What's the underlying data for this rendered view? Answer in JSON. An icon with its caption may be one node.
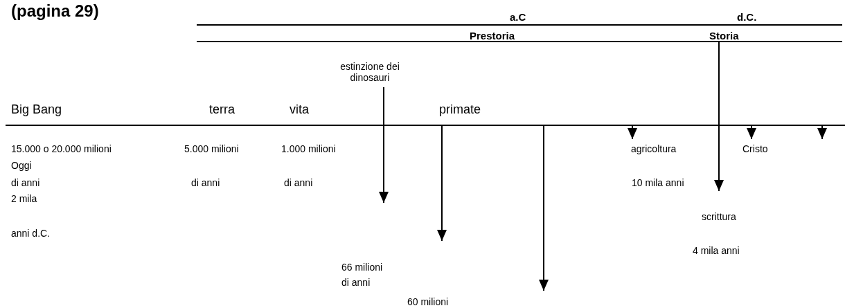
{
  "diagram": {
    "title": "(pagina 29)",
    "labels": [
      "a.C",
      "d.C.",
      "Prestoria",
      "Storia",
      "estinzione dei dinosauri",
      "Big Bang",
      "terra",
      "vita",
      "primate",
      "15.000 o 20.000 milioni",
      "5.000 milioni",
      "1.000 milioni",
      "agricoltura",
      "Cristo",
      "Oggi",
      "di anni",
      "di anni",
      "di anni",
      "10 mila anni",
      "2 mila",
      "scrittura",
      "anni d.C.",
      "4 mila anni",
      "66 milioni di anni",
      "60 milioni"
    ]
  }
}
